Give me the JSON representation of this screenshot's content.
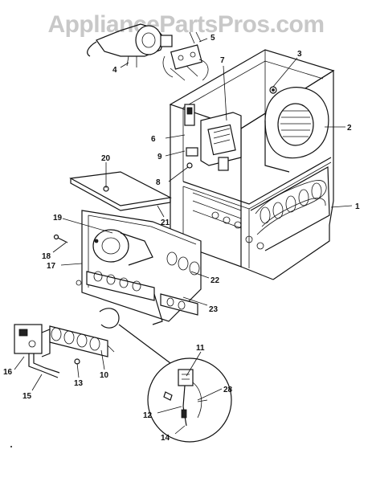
{
  "watermark": "AppliancePartsPros.com",
  "callouts": {
    "c1": "1",
    "c2": "2",
    "c3": "3",
    "c4": "4",
    "c5": "5",
    "c6": "6",
    "c7": "7",
    "c8": "8",
    "c9": "9",
    "c10": "10",
    "c11": "11",
    "c12": "12",
    "c13": "13",
    "c14": "14",
    "c15": "15",
    "c16": "16",
    "c17": "17",
    "c18": "18",
    "c19": "19",
    "c20": "20",
    "c21": "21",
    "c22": "22",
    "c23": "23",
    "c28": "28"
  }
}
